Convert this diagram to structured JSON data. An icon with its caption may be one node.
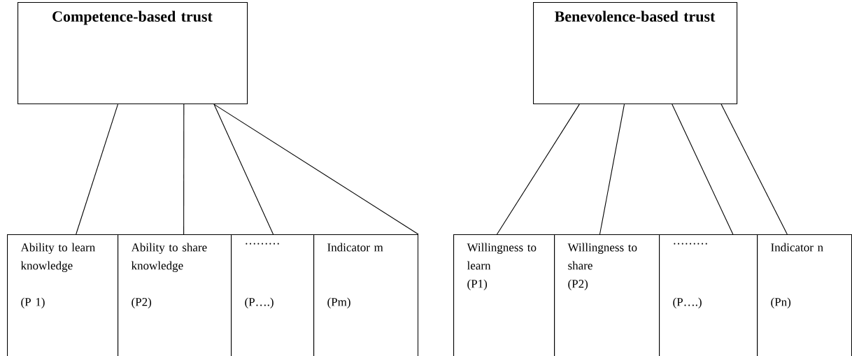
{
  "diagram": {
    "nodes": [
      {
        "text": [
          "Competence-based trust"
        ]
      },
      {
        "text": [
          "Ability to learn knowledge",
          "(P 1)"
        ]
      },
      {
        "text": [
          "Ability to share knowledge",
          "(P2)"
        ]
      },
      {
        "text": [
          "………",
          "(P….)"
        ]
      },
      {
        "text": [
          "Indicator m",
          "(Pm)"
        ]
      },
      {
        "text": [
          "Benevolence-based trust"
        ]
      },
      {
        "text": [
          "Willingness to learn",
          "(P1)"
        ]
      },
      {
        "text": [
          "Willingness to share",
          "(P2)"
        ]
      },
      {
        "text": [
          "………",
          "(P….)"
        ]
      },
      {
        "text": [
          "Indicator n",
          "(Pn)"
        ]
      }
    ],
    "edges": [
      {
        "from": 0,
        "to": 1,
        "arrow": "none"
      },
      {
        "from": 0,
        "to": 2,
        "arrow": "none"
      },
      {
        "from": 0,
        "to": 3,
        "arrow": "none"
      },
      {
        "from": 0,
        "to": 4,
        "arrow": "none"
      },
      {
        "from": 5,
        "to": 6,
        "arrow": "none"
      },
      {
        "from": 5,
        "to": 7,
        "arrow": "none"
      },
      {
        "from": 5,
        "to": 8,
        "arrow": "none"
      },
      {
        "from": 5,
        "to": 9,
        "arrow": "none"
      }
    ]
  }
}
